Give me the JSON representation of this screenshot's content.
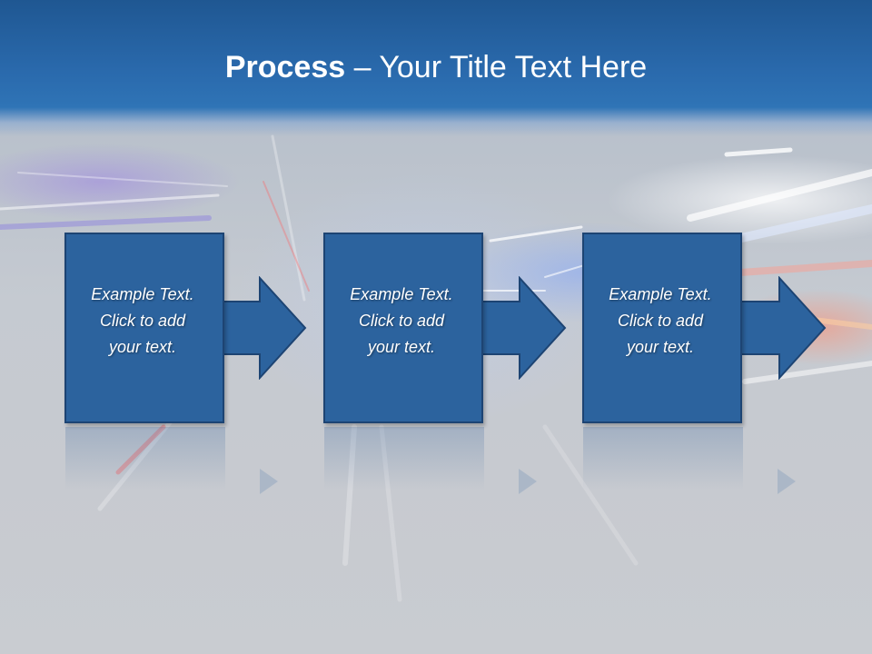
{
  "slide": {
    "title_bold": "Process",
    "title_rest": " – Your Title Text Here",
    "colors": {
      "header": "#2a6aad",
      "box_fill": "#2c639e",
      "box_border": "#1d4473",
      "text": "#ffffff"
    },
    "steps": [
      {
        "text": "Example Text.\nClick  to add\nyour text."
      },
      {
        "text": "Example Text.\nClick  to add\nyour text."
      },
      {
        "text": "Example Text.\nClick  to add\nyour text."
      }
    ]
  }
}
